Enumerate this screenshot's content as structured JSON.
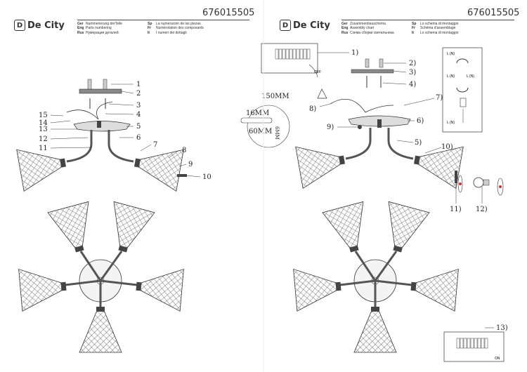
{
  "left": {
    "logo": "De City",
    "doc_id": "676015505",
    "langs_col1": [
      {
        "code": "Ger",
        "text": "Nummerierung derTeile"
      },
      {
        "code": "Eng",
        "text": "Parts numbering"
      },
      {
        "code": "Rus",
        "text": "Нумерация деталей"
      }
    ],
    "langs_col2": [
      {
        "code": "Sp",
        "text": "La numeración de las piezas"
      },
      {
        "code": "Fr",
        "text": "Numérotation des composants"
      },
      {
        "code": "It",
        "text": "I numeri dei dettagli"
      }
    ],
    "part_numbers": [
      "1",
      "2",
      "3",
      "4",
      "5",
      "6",
      "7",
      "8",
      "9",
      "10",
      "11",
      "12",
      "13",
      "14",
      "15"
    ]
  },
  "right": {
    "logo": "De City",
    "doc_id": "676015505",
    "langs_col1": [
      {
        "code": "Ger",
        "text": "Zusammenbauschema"
      },
      {
        "code": "Eng",
        "text": "Assembly chart"
      },
      {
        "code": "Rus",
        "text": "Схема сборки светильника"
      }
    ],
    "langs_col2": [
      {
        "code": "Sp",
        "text": "Lo schema di montaggio"
      },
      {
        "code": "Fr",
        "text": "Schéma d'assemblage"
      },
      {
        "code": "It",
        "text": "Lo schema di montaggio"
      }
    ],
    "step_numbers": [
      "1)",
      "2)",
      "3)",
      "4)",
      "5)",
      "6)",
      "7)",
      "8)",
      "9)",
      "10)",
      "11)",
      "12)",
      "13)"
    ],
    "dimensions": {
      "diameter": "150MM",
      "d1": "16MM",
      "d2": "60MM",
      "d3": "6MM"
    },
    "wire_labels": {
      "ln1": "L (N)",
      "ln2": "L (N)",
      "ln3": "L (N)",
      "ln4": "L (N)"
    },
    "switch_labels": {
      "off": "OFF",
      "on": "ON"
    }
  }
}
